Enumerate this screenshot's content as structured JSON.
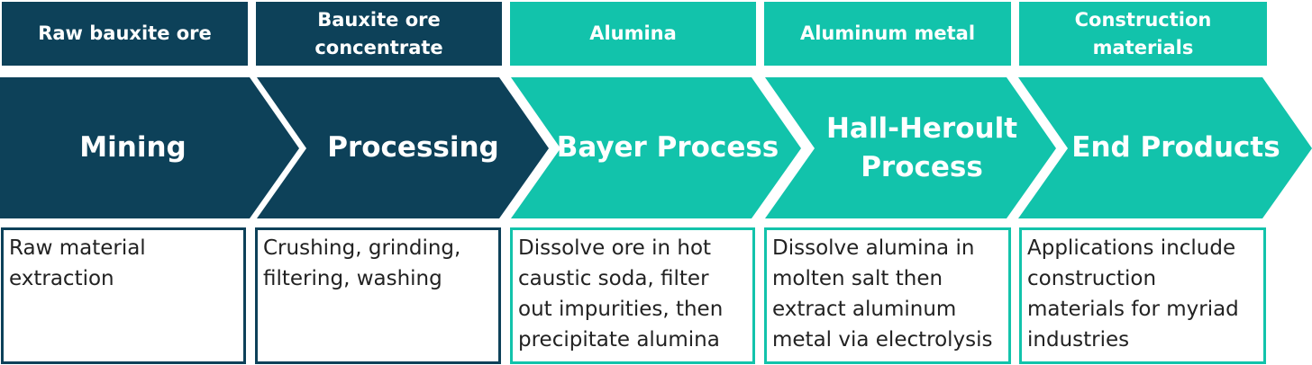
{
  "top_labels": [
    "Raw bauxite ore",
    "Bauxite ore concentrate",
    "Alumina",
    "Aluminum metal",
    "Construction materials"
  ],
  "stages": [
    {
      "title": "Mining",
      "desc": "Raw material extraction"
    },
    {
      "title": "Processing",
      "desc": "Crushing, grinding, filtering, washing"
    },
    {
      "title": "Bayer Process",
      "desc": "Dissolve ore in hot caustic soda, filter out impurities, then precipitate alumina"
    },
    {
      "title": "Hall-Heroult\nProcess",
      "desc": "Dissolve alumina in molten salt then extract aluminum metal via electrolysis"
    },
    {
      "title": "End Products",
      "desc": "Applications include construction materials for myriad industries"
    }
  ],
  "colors": {
    "dark": "#0d4159",
    "teal": "#12c3ab"
  }
}
